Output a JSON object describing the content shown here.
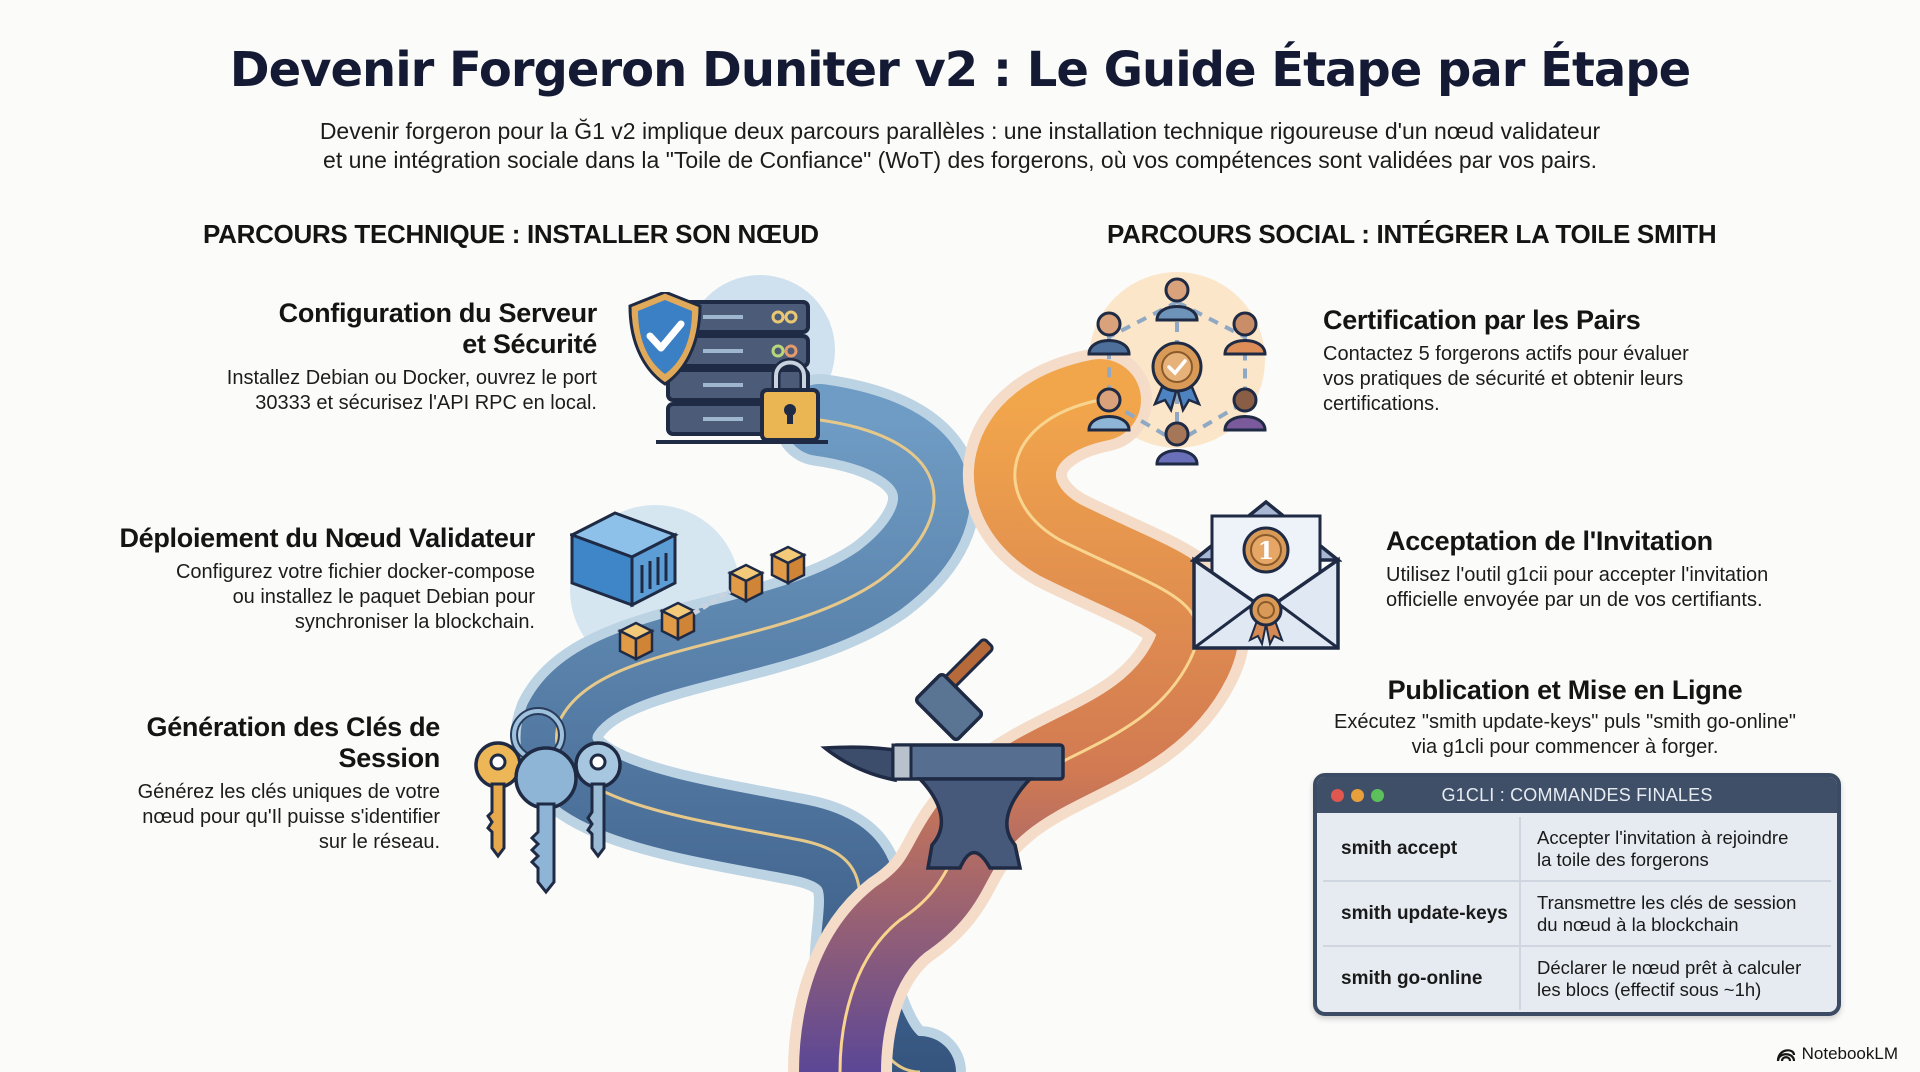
{
  "header": {
    "title": "Devenir Forgeron Duniter v2 : Le Guide Étape par Étape",
    "intro_line1": "Devenir forgeron pour la Ğ1 v2 implique deux parcours parallèles : une installation technique rigoureuse d'un nœud validateur",
    "intro_line2": "et une intégration sociale dans la \"Toile de Confiance\" (WoT) des forgerons, où vos compétences sont validées par vos pairs."
  },
  "technical": {
    "heading": "PARCOURS TECHNIQUE : INSTALLER SON NŒUD",
    "steps": [
      {
        "title_line1": "Configuration du Serveur",
        "title_line2": "et Sécurité",
        "desc_line1": "Installez Debian ou Docker, ouvrez le port",
        "desc_line2": "30333 et sécurisez l'API RPC en local.",
        "icon": "server-shield-lock-icon"
      },
      {
        "title_line1": "Déploiement du Nœud Validateur",
        "desc_line1": "Configurez votre fichier docker-compose",
        "desc_line2": "ou installez le paquet Debian pour",
        "desc_line3": "synchroniser la blockchain.",
        "icon": "container-blockchain-icon"
      },
      {
        "title_line1": "Génération des Clés de",
        "title_line2": "Session",
        "desc_line1": "Générez les clés uniques de votre",
        "desc_line2": "nœud pour qu'Il puisse s'identifier",
        "desc_line3": "sur le réseau.",
        "icon": "keys-icon"
      }
    ]
  },
  "social": {
    "heading": "PARCOURS SOCIAL : INTÉGRER LA TOILE SMITH",
    "steps": [
      {
        "title_line1": "Certification par les Pairs",
        "desc_line1": "Contactez 5 forgerons actifs pour évaluer",
        "desc_line2": "vos pratiques de sécurité et obtenir leurs",
        "desc_line3": "certifications.",
        "icon": "peer-network-icon"
      },
      {
        "title_line1": "Acceptation de l'Invitation",
        "desc_line1": "Utilisez l'outil g1cii pour accepter l'invitation",
        "desc_line2": "officielle envoyée par un de vos certifiants.",
        "icon": "invitation-envelope-icon",
        "badge_number": "1"
      },
      {
        "title_line1": "Publication et Mise en Ligne",
        "desc_line1": "Exécutez \"smith update-keys\" puls \"smith go-online\"",
        "desc_line2": "via g1cli pour commencer à forger."
      }
    ]
  },
  "cli_panel": {
    "title": "G1CLI : COMMANDES FINALES",
    "rows": [
      {
        "command": "smith accept",
        "desc_line1": "Accepter l'invitation à rejoindre",
        "desc_line2": "la toile des forgerons"
      },
      {
        "command": "smith update-keys",
        "desc_line1": "Transmettre les clés de session",
        "desc_line2": "du nœud à la blockchain"
      },
      {
        "command": "smith go-online",
        "desc_line1": "Déclarer le nœud prêt à calculer",
        "desc_line2": "les blocs (effectif sous ~1h)"
      }
    ],
    "dot_colors": [
      "#e0574f",
      "#e7a03c",
      "#5cc15a"
    ]
  },
  "center": {
    "icon": "anvil-hammer-icon"
  },
  "colors": {
    "title": "#141a33",
    "tech_road": "#4a7ba6",
    "social_road_start": "#f0a34a",
    "social_road_end": "#5a4a9a"
  },
  "brand": {
    "name": "NotebookLM"
  }
}
